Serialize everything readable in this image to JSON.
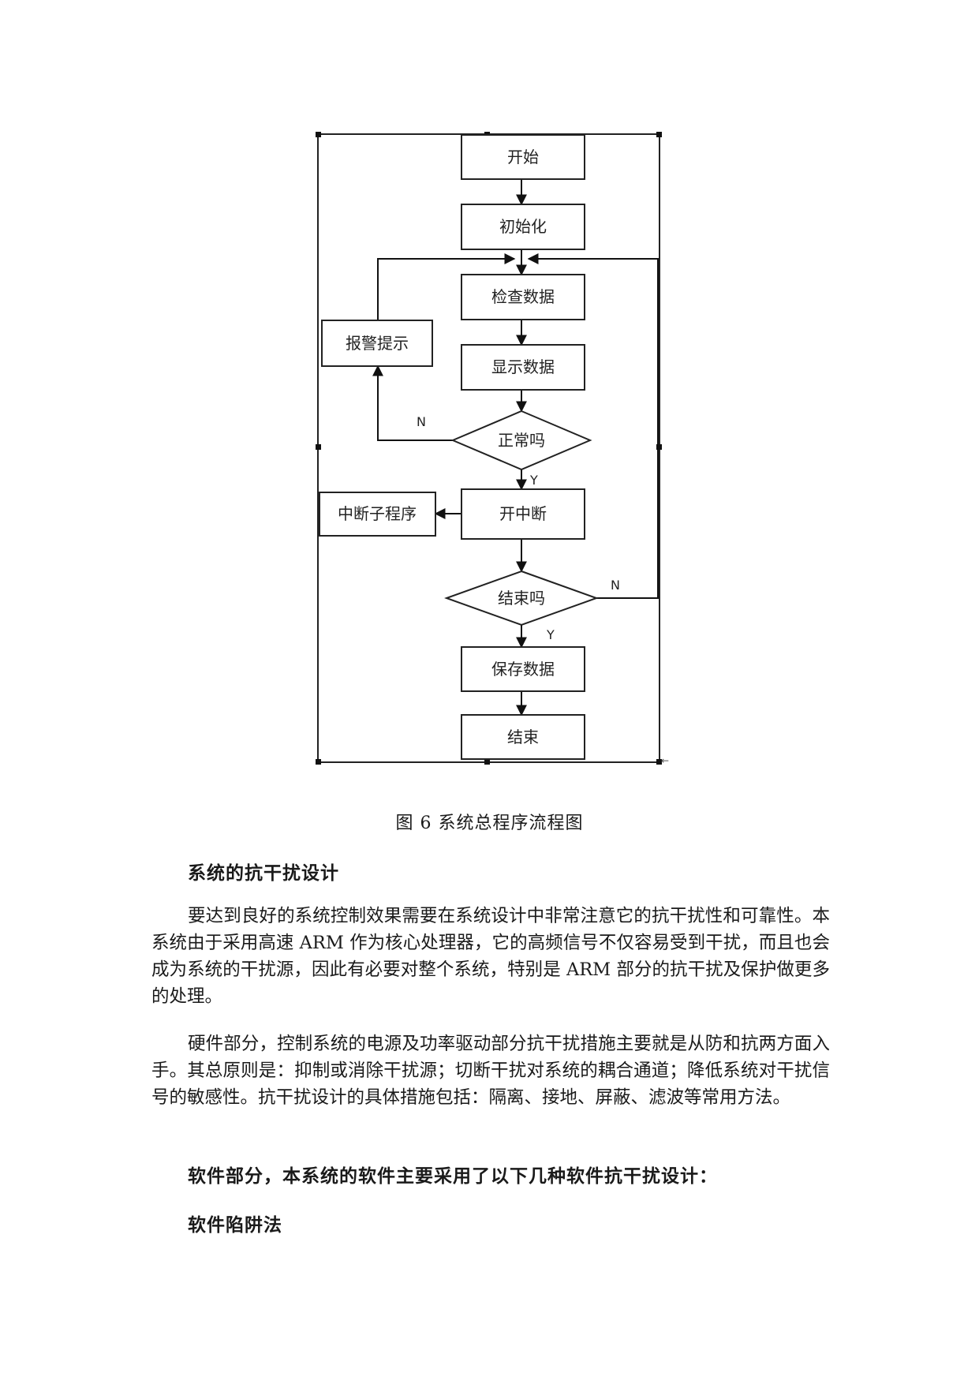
{
  "flowchart": {
    "nodes": {
      "start": "开始",
      "init": "初始化",
      "check": "检查数据",
      "display": "显示数据",
      "normal": "正常吗",
      "alarm": "报警提示",
      "int_enable": "开中断",
      "isr": "中断子程序",
      "end_q": "结束吗",
      "save": "保存数据",
      "end": "结束"
    },
    "labels": {
      "n1": "N",
      "y1": "Y",
      "n2": "N",
      "y2": "Y"
    }
  },
  "caption": "图 6  系统总程序流程图",
  "sections": {
    "h1": "系统的抗干扰设计",
    "p1": "要达到良好的系统控制效果需要在系统设计中非常注意它的抗干扰性和可靠性。本系统由于采用高速 ARM 作为核心处理器，它的高频信号不仅容易受到干扰，而且也会成为系统的干扰源，因此有必要对整个系统，特别是 ARM 部分的抗干扰及保护做更多的处理。",
    "p2": "硬件部分，控制系统的电源及功率驱动部分抗干扰措施主要就是从防和抗两方面入手。其总原则是：抑制或消除干扰源；切断干扰对系统的耦合通道；降低系统对干扰信号的敏感性。抗干扰设计的具体措施包括：隔离、接地、屏蔽、滤波等常用方法。",
    "h2": "软件部分，本系统的软件主要采用了以下几种软件抗干扰设计：",
    "h3": "软件陷阱法"
  }
}
